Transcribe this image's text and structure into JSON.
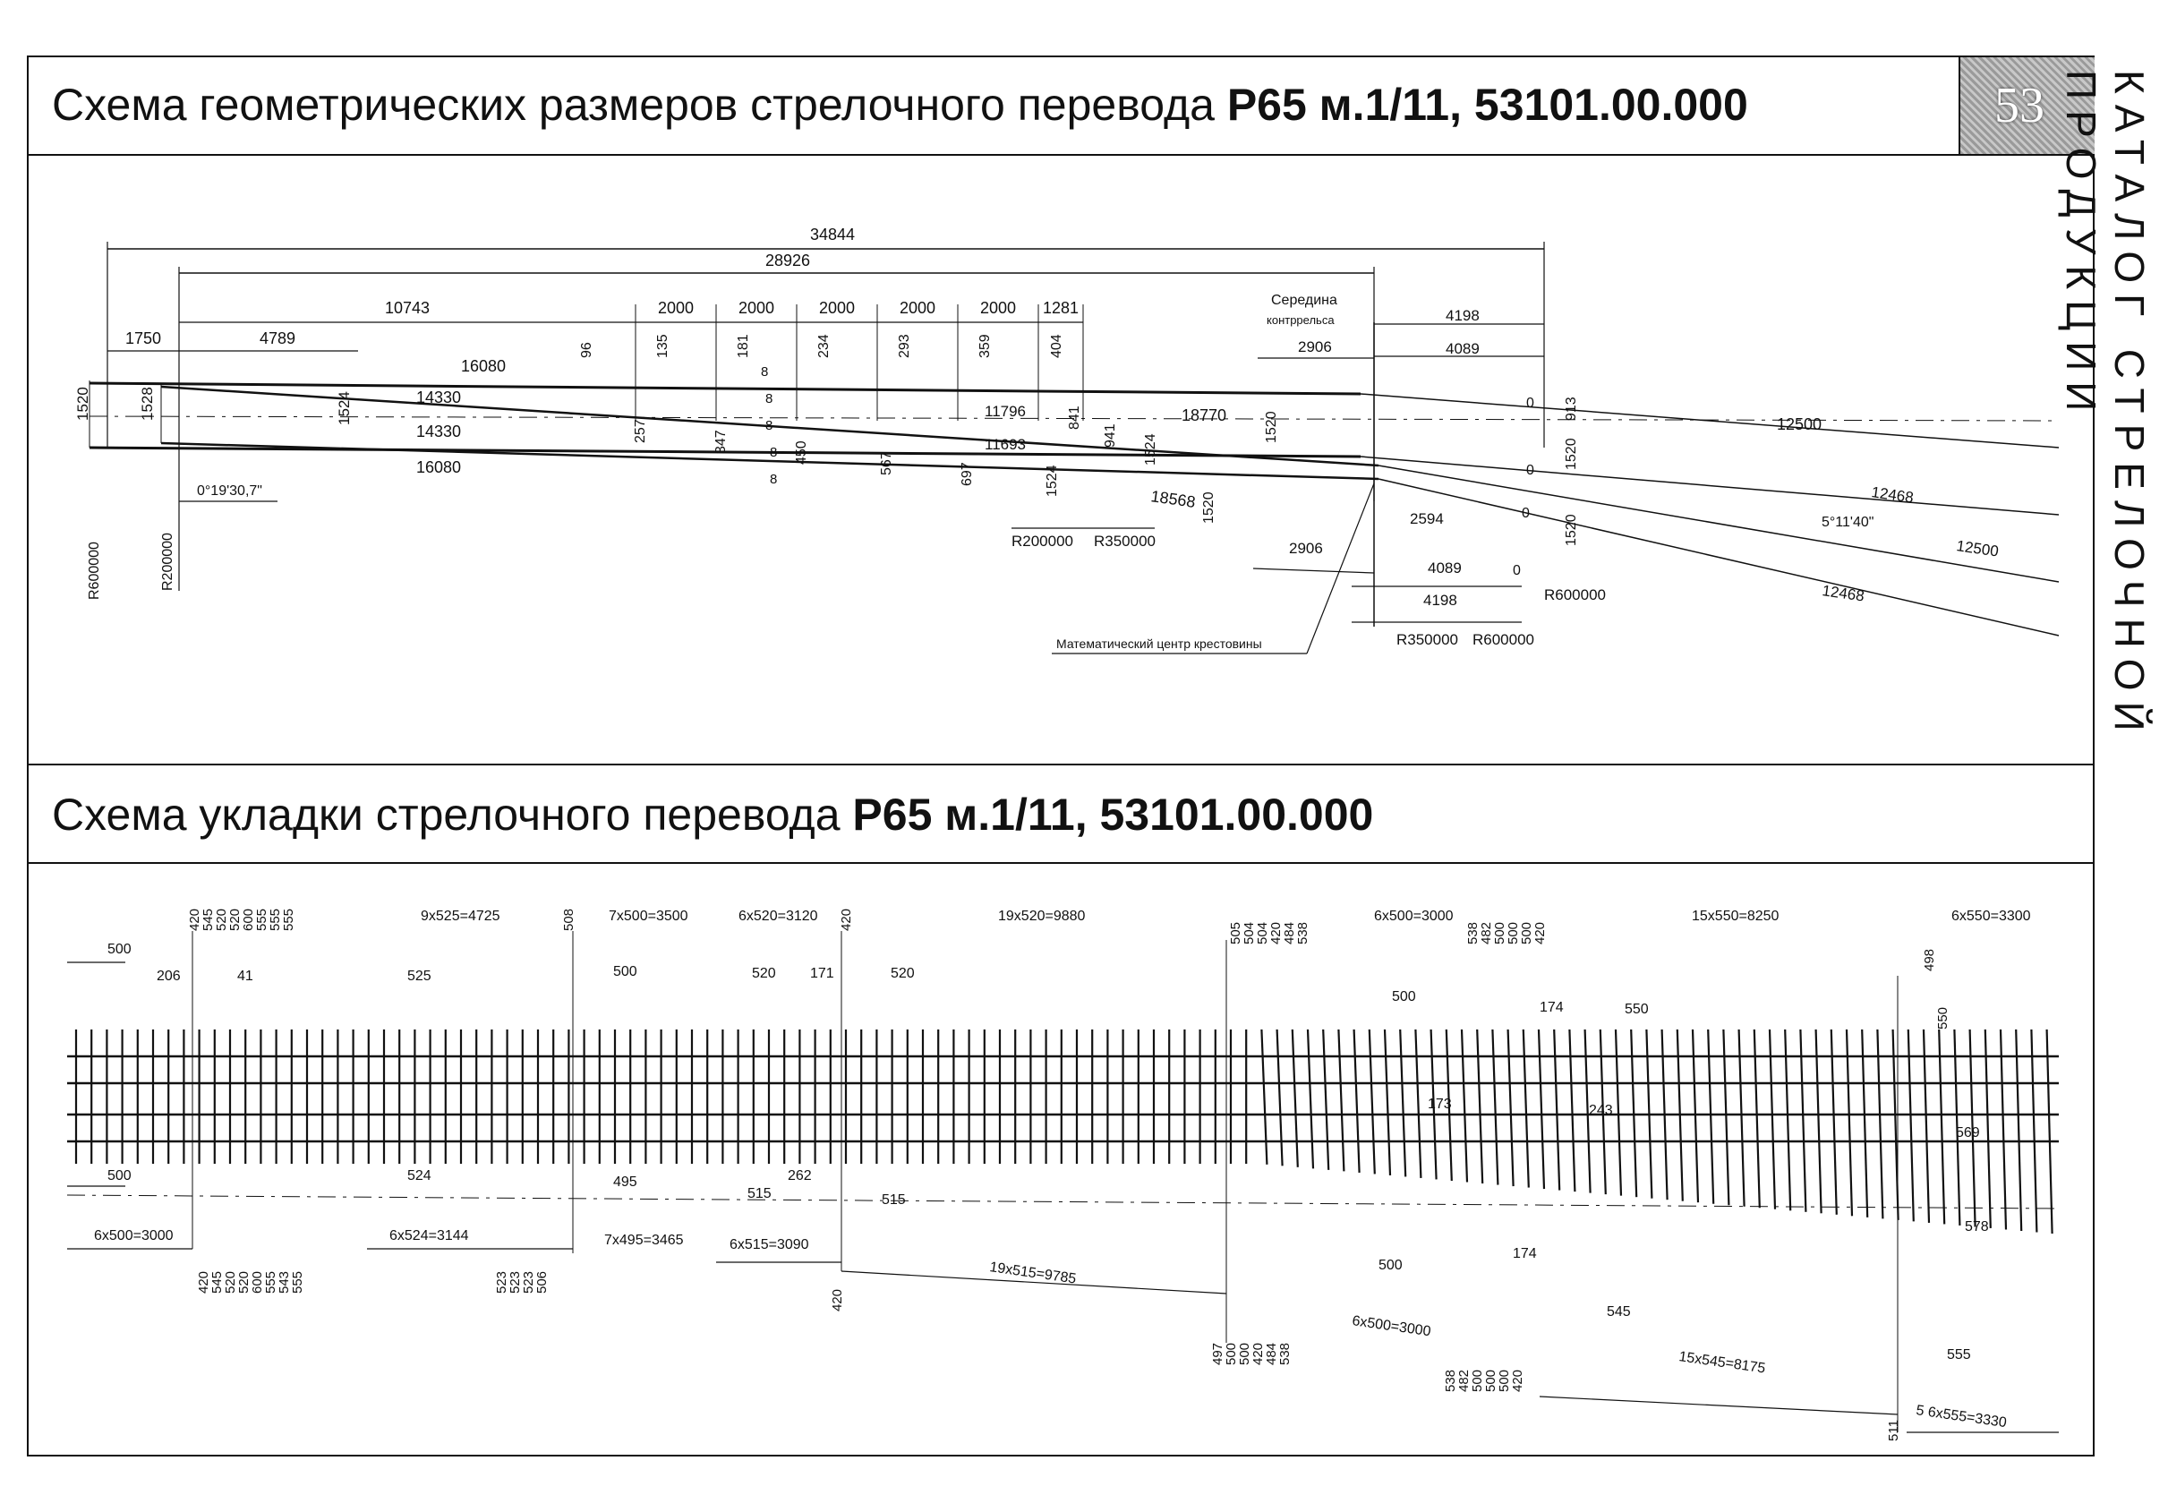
{
  "page": {
    "page_number": "53",
    "side_caption": "КАТАЛОГ СТРЕЛОЧНОЙ ПРОДУКЦИИ"
  },
  "section1": {
    "title_prefix": "Схема геометрических размеров стрелочного перевода ",
    "title_bold": "Р65 м.1/11, 53101.00.000"
  },
  "section2": {
    "title_prefix": "Схема укладки стрелочного перевода ",
    "title_bold": "Р65 м.1/11, 53101.00.000"
  },
  "geometry": {
    "overall": [
      "34844",
      "28926"
    ],
    "top_segments": [
      "10743",
      "2000",
      "2000",
      "2000",
      "2000",
      "2000",
      "1281"
    ],
    "left_dims": [
      "1750",
      "4789",
      "1520",
      "1528",
      "1524"
    ],
    "long_dims": [
      "16080",
      "14330",
      "14330",
      "16080"
    ],
    "offsets_top": [
      "96",
      "135",
      "181",
      "234",
      "293",
      "359",
      "404"
    ],
    "offsets_bottom": [
      "257",
      "347",
      "450",
      "567",
      "697"
    ],
    "small": [
      "8",
      "8",
      "8",
      "8",
      "8"
    ],
    "mid": [
      "11796",
      "11693",
      "841",
      "941",
      "1524",
      "1520",
      "18770",
      "18568",
      "1524",
      "1520"
    ],
    "angle_left": "0°19'30,7\"",
    "radius_left": [
      "R600000",
      "R200000"
    ],
    "radius_mid": [
      "R200000",
      "R350000"
    ],
    "note_center": [
      "Середина",
      "контррельса"
    ],
    "right_top": [
      "4198",
      "4089",
      "2906"
    ],
    "right_bottom": [
      "2594",
      "2906",
      "4089",
      "4198"
    ],
    "zeros": [
      "0",
      "0",
      "0",
      "0"
    ],
    "right_side": [
      "913",
      "1520",
      "1520"
    ],
    "far_right": [
      "12500",
      "12468",
      "5°11'40\"",
      "12500",
      "12468"
    ],
    "radius_right": [
      "R600000",
      "R350000",
      "R600000"
    ],
    "math_center": "Математический центр крестовины"
  },
  "layout": {
    "top_groups": [
      "9x525=4725",
      "7x500=3500",
      "6x520=3120",
      "19x520=9880",
      "6x500=3000",
      "15x550=8250",
      "6x550=3300"
    ],
    "top_vertical_left": [
      "420",
      "545",
      "520",
      "520",
      "600",
      "555",
      "555",
      "555"
    ],
    "top_vertical_mid": [
      "508",
      "420"
    ],
    "top_vertical_right1": [
      "505",
      "504",
      "504",
      "420",
      "484",
      "538"
    ],
    "top_vertical_right2": [
      "538",
      "482",
      "500",
      "500",
      "500",
      "420"
    ],
    "top_vertical_far": [
      "498",
      "550"
    ],
    "top_small": [
      "500",
      "206",
      "41",
      "525",
      "500",
      "520",
      "171",
      "520",
      "500",
      "174",
      "550"
    ],
    "middle_small": [
      "173",
      "243",
      "569",
      "578"
    ],
    "bottom_small": [
      "500",
      "524",
      "495",
      "515",
      "262",
      "515",
      "500",
      "174",
      "545",
      "555"
    ],
    "bottom_groups": [
      "6x500=3000",
      "6x524=3144",
      "7x495=3465",
      "6x515=3090",
      "19x515=9785",
      "6x500=3000",
      "15x545=8175",
      "5 6x555=3330"
    ],
    "bottom_vertical_left": [
      "420",
      "545",
      "520",
      "520",
      "600",
      "555",
      "543",
      "555"
    ],
    "bottom_vertical_mid": [
      "523",
      "523",
      "523",
      "506"
    ],
    "bottom_vertical_420": "420",
    "bottom_vertical_right1": [
      "497",
      "500",
      "500",
      "420",
      "484",
      "538"
    ],
    "bottom_vertical_right2": [
      "538",
      "482",
      "500",
      "500",
      "500",
      "420"
    ],
    "bottom_vertical_far": "511"
  }
}
